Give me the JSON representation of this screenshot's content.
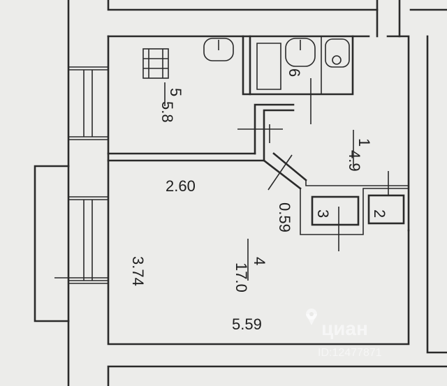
{
  "rooms": [
    {
      "number": "5",
      "area": "5.8"
    },
    {
      "number": "6"
    },
    {
      "number": "1",
      "area": "4.9"
    },
    {
      "number": "4",
      "area": "17.0"
    },
    {
      "number": "3"
    },
    {
      "number": "2"
    }
  ],
  "dimensions": {
    "room4_top_width": "2.60",
    "room4_height": "3.74",
    "room4_bottom_width": "5.59",
    "passage_width": "0.59"
  },
  "watermark": {
    "brand": "циан",
    "id": "ID:12477871",
    "color": "#ffffff"
  },
  "colors": {
    "lines": "#2a2a2a",
    "paper": "#ececea"
  }
}
